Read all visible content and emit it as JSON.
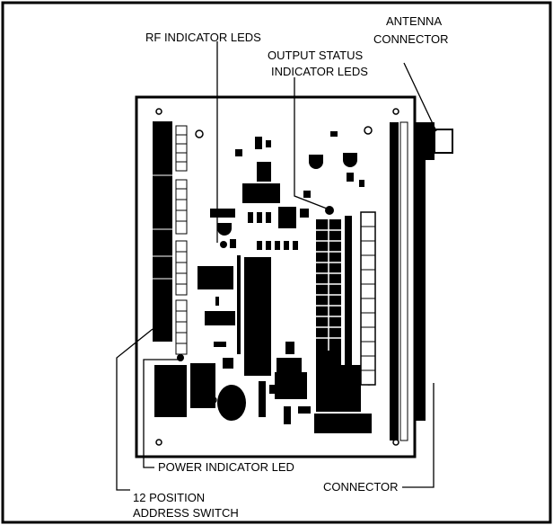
{
  "labels": {
    "rf_leds": "RF INDICATOR LEDS",
    "output_status_line1": "OUTPUT STATUS",
    "output_status_line2": "INDICATOR LEDS",
    "antenna_line1": "ANTENNA",
    "antenna_line2": "CONNECTOR",
    "power_led": "POWER INDICATOR LED",
    "connector": "CONNECTOR",
    "address_switch_line1": "12 POSITION",
    "address_switch_line2": "ADDRESS SWITCH"
  }
}
